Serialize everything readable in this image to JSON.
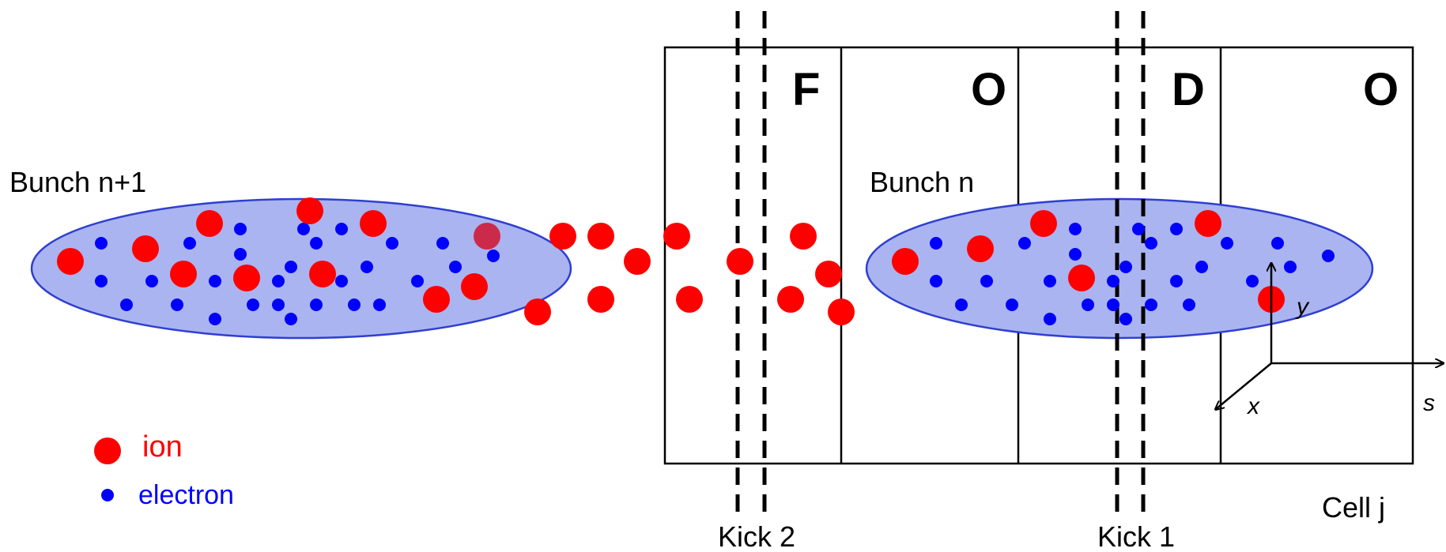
{
  "labels": {
    "bunch_next": "Bunch n+1",
    "bunch_current": "Bunch n",
    "cell": "Cell j",
    "kick2": "Kick 2",
    "kick1": "Kick 1"
  },
  "segments": [
    "F",
    "O",
    "D",
    "O"
  ],
  "legend": {
    "ion": "ion",
    "electron": "electron"
  },
  "axes": {
    "y": "y",
    "x": "x",
    "s": "s"
  },
  "colors": {
    "ion": "#ff0000",
    "electron": "#0000ff",
    "bunch_fill": "#aab4f0",
    "bunch_stroke": "#2f3fd0",
    "line": "#000000"
  }
}
